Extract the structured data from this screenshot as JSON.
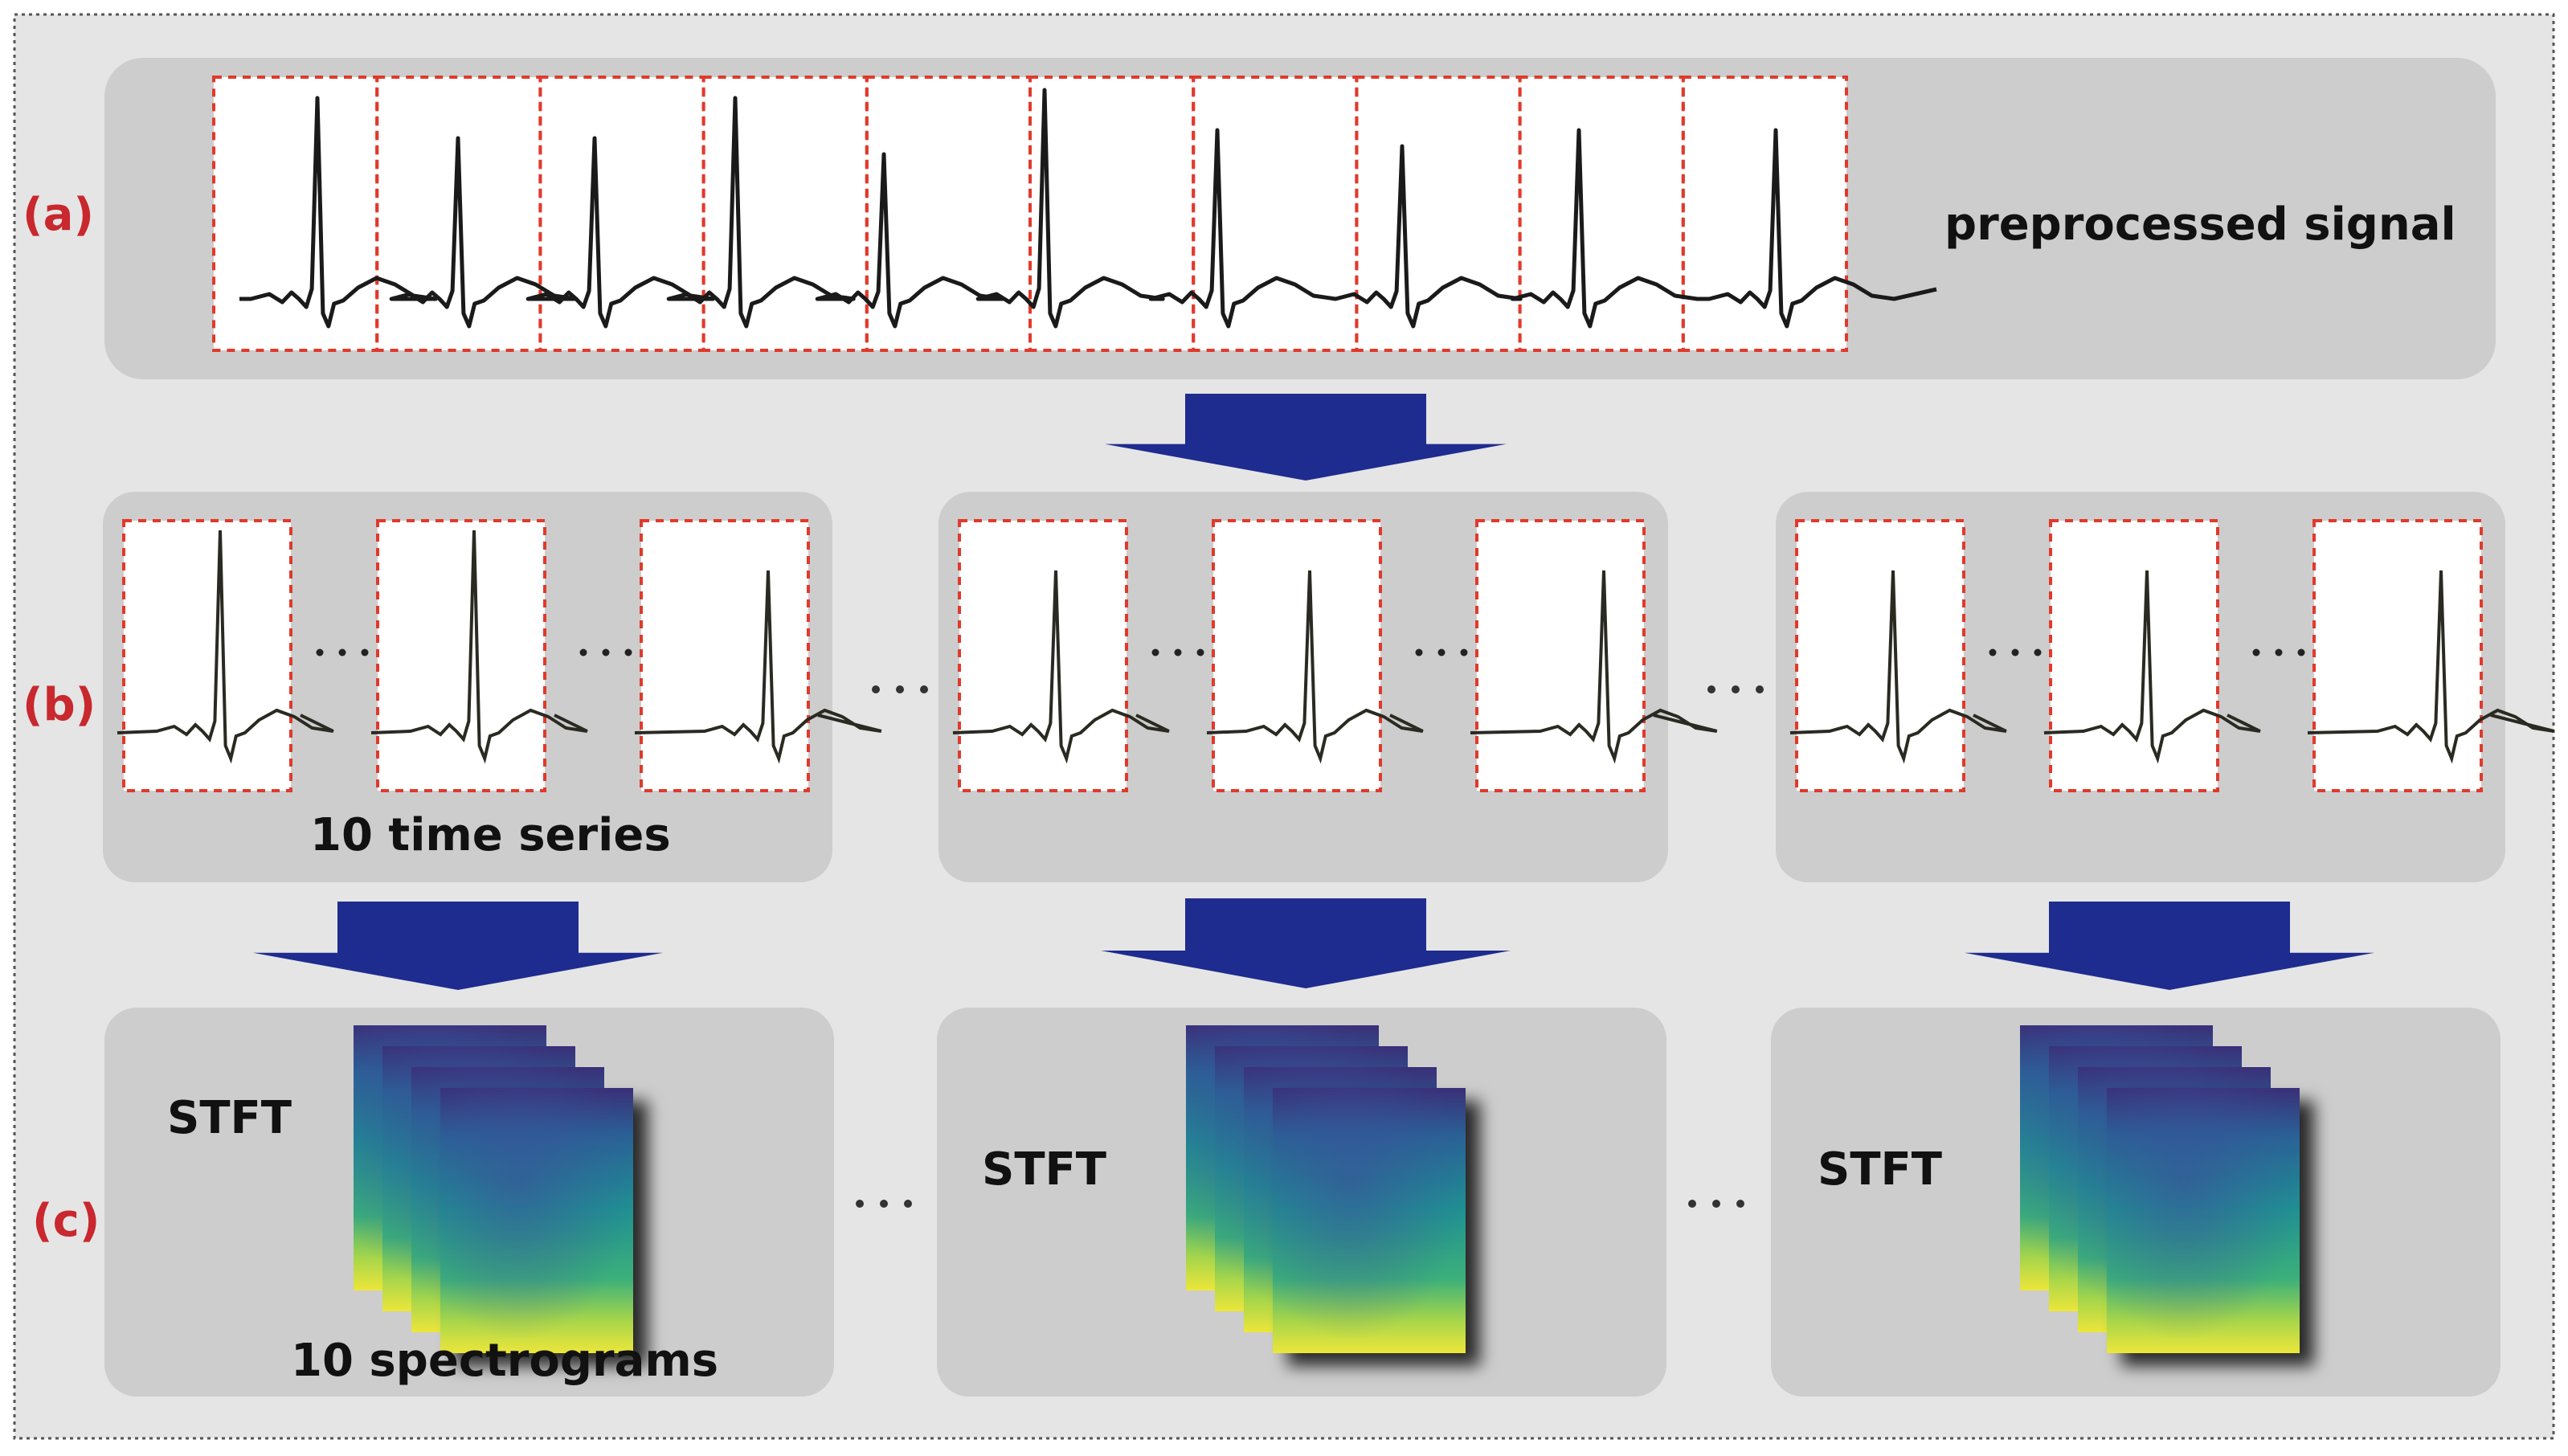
{
  "row_labels": {
    "a": "(a)",
    "b": "(b)",
    "c": "(c)"
  },
  "panel_a": {
    "label": "preprocessed signal",
    "segment_count": 10
  },
  "panel_b": {
    "label": "10 time series",
    "group_count": 3,
    "beats_per_group": 3
  },
  "panel_c": {
    "transform_label": "STFT",
    "stack_label": "10 spectrograms",
    "group_count": 3
  },
  "ellipsis": "· · ·",
  "colors": {
    "outer_bg": "#e5e5e5",
    "panel_bg": "#cdcdcd",
    "segment_border": "#e03a2c",
    "row_label": "#c8282e",
    "arrow": "#1e2b8f",
    "trace": "#1a1a1a",
    "spectrogram": [
      "#3a1f6e",
      "#2d6a96",
      "#1f9a8a",
      "#4fbf6a",
      "#e8e53a"
    ]
  },
  "icons": {
    "arrow": "down-arrow-icon"
  }
}
